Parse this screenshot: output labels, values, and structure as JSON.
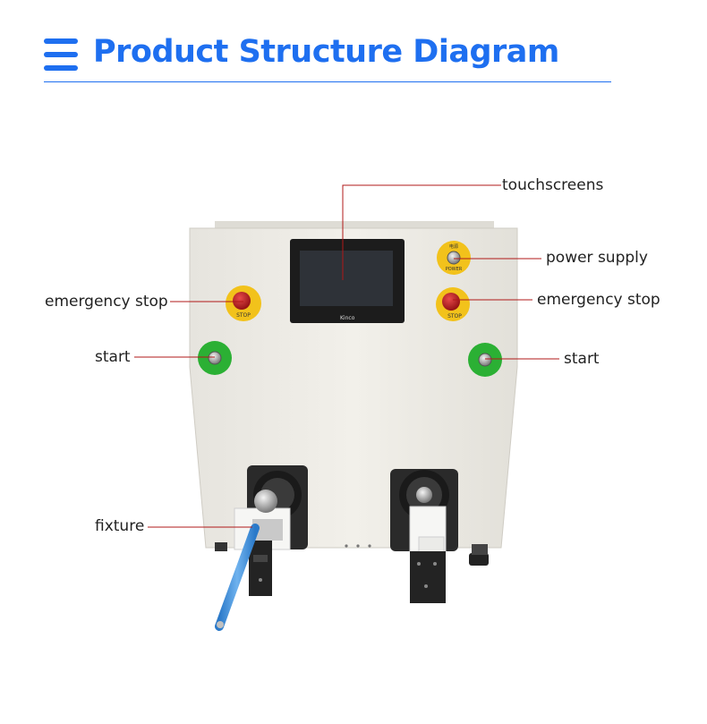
{
  "header": {
    "title": "Product Structure Diagram"
  },
  "screen": {
    "brand": "Kinco"
  },
  "buttons": {
    "power_top": "电源",
    "power_bottom": "POWER",
    "stop_text": "STOP"
  },
  "labels": {
    "touchscreens": "touchscreens",
    "power_supply": "power supply",
    "emergency_stop_left": "emergency stop",
    "emergency_stop_right": "emergency stop",
    "start_left": "start",
    "start_right": "start",
    "fixture": "fixture"
  },
  "colors": {
    "accent": "#1e6ff0",
    "leader_line": "#b01818"
  }
}
